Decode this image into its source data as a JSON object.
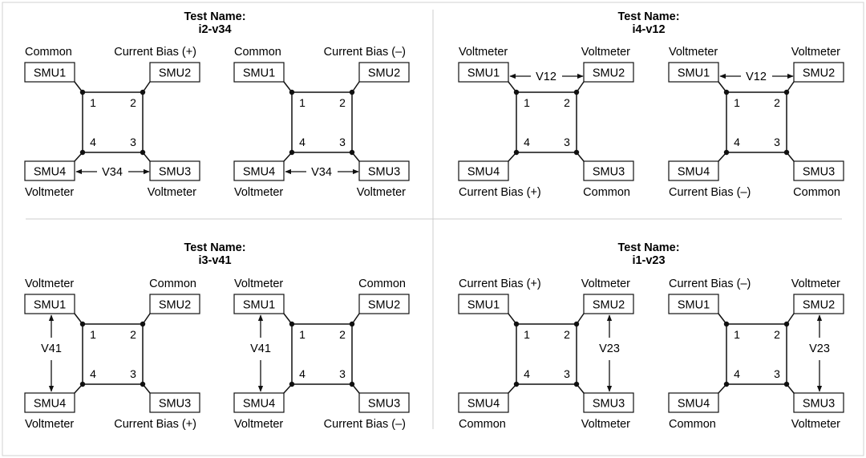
{
  "figure": {
    "quadrants": [
      {
        "title_prefix": "Test Name:",
        "test_name": "i2-v34",
        "diagrams": [
          {
            "roles": {
              "smu1": "Common",
              "smu2": "Current Bias (+)",
              "smu3": "Voltmeter",
              "smu4": "Voltmeter"
            },
            "measurement": {
              "label": "V34",
              "between": "SMU4-SMU3"
            }
          },
          {
            "roles": {
              "smu1": "Common",
              "smu2": "Current Bias (–)",
              "smu3": "Voltmeter",
              "smu4": "Voltmeter"
            },
            "measurement": {
              "label": "V34",
              "between": "SMU4-SMU3"
            }
          }
        ]
      },
      {
        "title_prefix": "Test Name:",
        "test_name": "i4-v12",
        "diagrams": [
          {
            "roles": {
              "smu1": "Voltmeter",
              "smu2": "Voltmeter",
              "smu3": "Common",
              "smu4": "Current Bias (+)"
            },
            "measurement": {
              "label": "V12",
              "between": "SMU1-SMU2"
            }
          },
          {
            "roles": {
              "smu1": "Voltmeter",
              "smu2": "Voltmeter",
              "smu3": "Common",
              "smu4": "Current Bias (–)"
            },
            "measurement": {
              "label": "V12",
              "between": "SMU1-SMU2"
            }
          }
        ]
      },
      {
        "title_prefix": "Test Name:",
        "test_name": "i3-v41",
        "diagrams": [
          {
            "roles": {
              "smu1": "Voltmeter",
              "smu2": "Common",
              "smu3": "Current Bias (+)",
              "smu4": "Voltmeter"
            },
            "measurement": {
              "label": "V41",
              "between": "SMU1-SMU4"
            }
          },
          {
            "roles": {
              "smu1": "Voltmeter",
              "smu2": "Common",
              "smu3": "Current Bias (–)",
              "smu4": "Voltmeter"
            },
            "measurement": {
              "label": "V41",
              "between": "SMU1-SMU4"
            }
          }
        ]
      },
      {
        "title_prefix": "Test Name:",
        "test_name": "i1-v23",
        "diagrams": [
          {
            "roles": {
              "smu1": "Current Bias (+)",
              "smu2": "Voltmeter",
              "smu3": "Voltmeter",
              "smu4": "Common"
            },
            "measurement": {
              "label": "V23",
              "between": "SMU2-SMU3"
            }
          },
          {
            "roles": {
              "smu1": "Current Bias (–)",
              "smu2": "Voltmeter",
              "smu3": "Voltmeter",
              "smu4": "Common"
            },
            "measurement": {
              "label": "V23",
              "between": "SMU2-SMU3"
            }
          }
        ]
      }
    ],
    "smu_labels": [
      "SMU1",
      "SMU2",
      "SMU3",
      "SMU4"
    ],
    "node_labels": [
      "1",
      "2",
      "3",
      "4"
    ],
    "colors": {
      "line": "#111111",
      "divider": "#cccccc",
      "frame": "#d0d0d0",
      "background": "#ffffff"
    }
  }
}
